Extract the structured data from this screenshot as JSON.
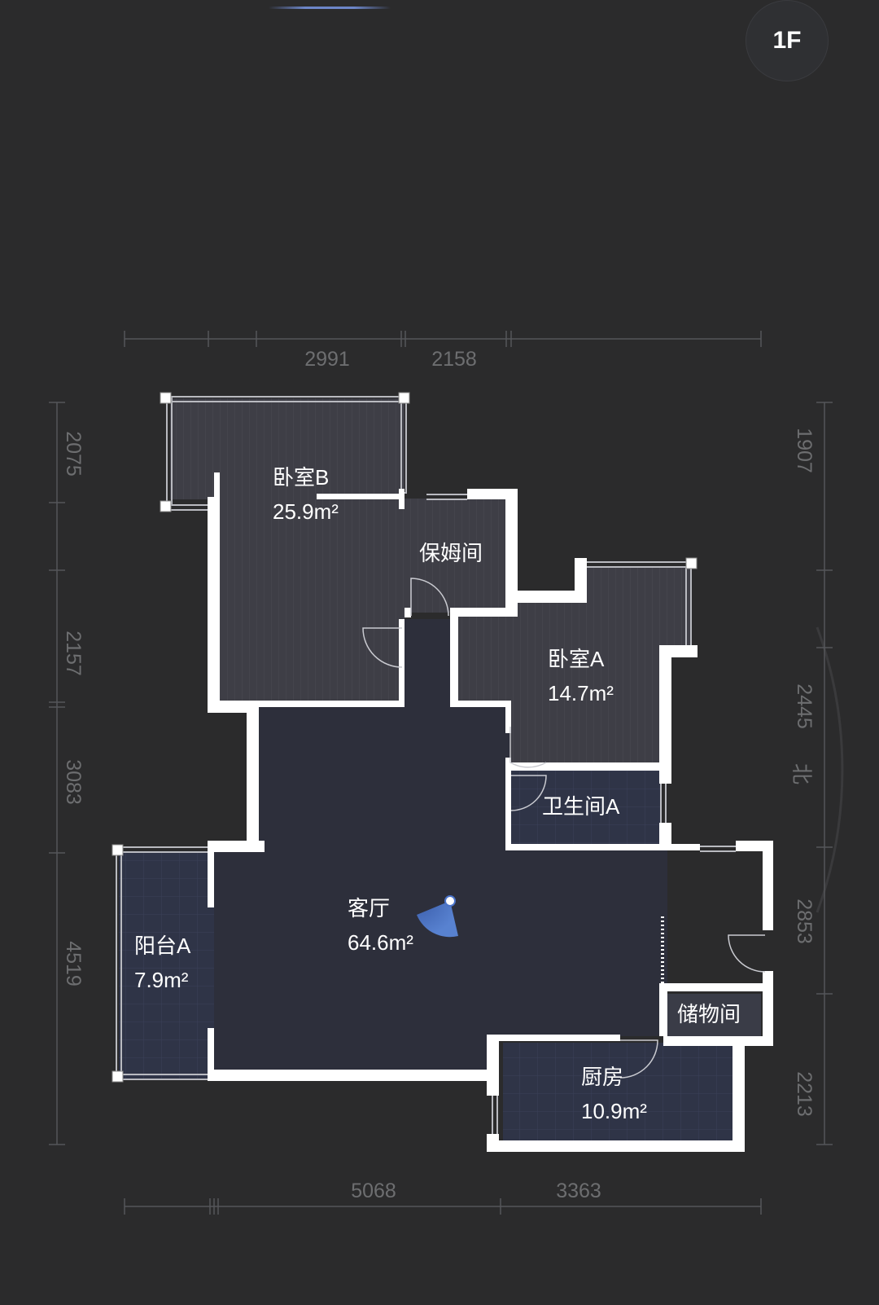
{
  "floor": {
    "label": "1F"
  },
  "rooms": {
    "bedroom_b": {
      "name": "卧室B",
      "area": "25.9m²"
    },
    "nanny_room": {
      "name": "保姆间"
    },
    "bedroom_a": {
      "name": "卧室A",
      "area": "14.7m²"
    },
    "bathroom_a": {
      "name": "卫生间A"
    },
    "living_room": {
      "name": "客厅",
      "area": "64.6m²"
    },
    "balcony_a": {
      "name": "阳台A",
      "area": "7.9m²"
    },
    "storage": {
      "name": "储物间"
    },
    "kitchen": {
      "name": "厨房",
      "area": "10.9m²"
    }
  },
  "dimensions": {
    "top": [
      "2991",
      "2158"
    ],
    "bottom": [
      "5068",
      "3363"
    ],
    "left": [
      "2075",
      "2157",
      "3083",
      "4519"
    ],
    "right": [
      "1907",
      "2445",
      "2853",
      "2213"
    ]
  },
  "compass": {
    "label": "北"
  },
  "colors": {
    "background": "#2b2b2c",
    "wall": "#ffffff",
    "room_fill": "#3d3d45",
    "living_fill": "#2d2f3b",
    "tile_fill": "#2f3446",
    "camera": "#4a73c9"
  }
}
